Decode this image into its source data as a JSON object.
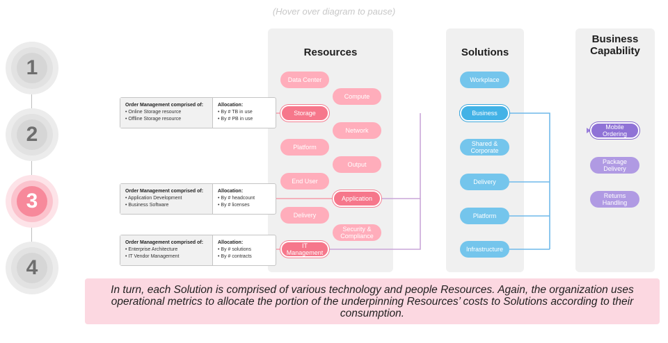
{
  "hint": "(Hover over diagram to pause)",
  "steps": [
    "1",
    "2",
    "3",
    "4"
  ],
  "active_step": 3,
  "columns": {
    "resources": "Resources",
    "solutions": "Solutions",
    "capability": "Business Capability"
  },
  "resources": {
    "data_center": "Data Center",
    "compute": "Compute",
    "storage": "Storage",
    "network": "Network",
    "platform": "Platform",
    "output": "Output",
    "end_user": "End User",
    "application": "Application",
    "delivery": "Delivery",
    "security": "Security & Compliance",
    "it_management": "IT Management"
  },
  "solutions": {
    "workplace": "Workplace",
    "business": "Business",
    "shared": "Shared & Corporate",
    "delivery": "Delivery",
    "platform": "Platform",
    "infrastructure": "Infrastructure"
  },
  "capabilities": {
    "mobile": "Mobile Ordering",
    "package": "Package Delivery",
    "returns": "Returns Handling"
  },
  "allocations": [
    {
      "left_header": "Order Management comprised of:",
      "items": [
        "Online Storage resource",
        "Offline Storage resource"
      ],
      "right_header": "Allocation:",
      "metrics": [
        "By # TB in use",
        "By # PB in use"
      ]
    },
    {
      "left_header": "Order Management comprised of:",
      "items": [
        "Application Development",
        "Business Software"
      ],
      "right_header": "Allocation:",
      "metrics": [
        "By # headcount",
        "By # licenses"
      ]
    },
    {
      "left_header": "Order Management comprised of:",
      "items": [
        "Enterprise Architecture",
        "IT Vendor Management"
      ],
      "right_header": "Allocation:",
      "metrics": [
        "By # solutions",
        "By # contracts"
      ]
    }
  ],
  "caption": "In turn, each Solution is comprised of various technology and people Resources. Again, the organization uses operational metrics to allocate the portion of the underpinning Resources’ costs to Solutions according to their consumption.",
  "colors": {
    "resource": "#f6778b",
    "solution": "#42b2e6",
    "capability": "#8f72d6",
    "active_step": "#f7899b",
    "caption_bg": "#fcd8e1"
  }
}
